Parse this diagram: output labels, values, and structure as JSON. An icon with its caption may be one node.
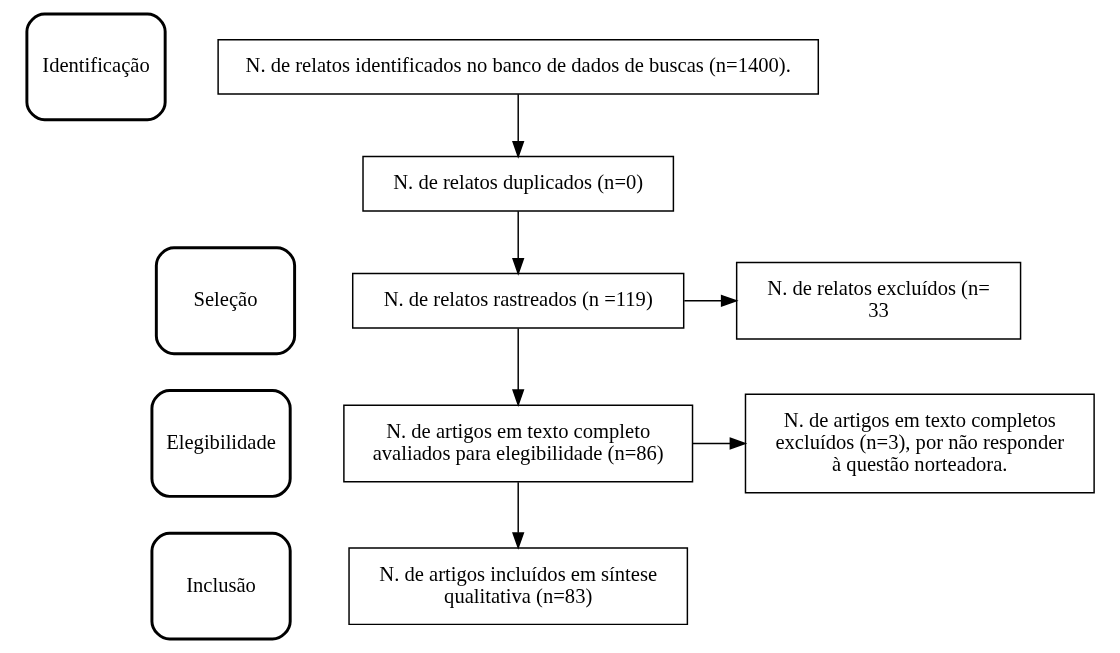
{
  "diagram": {
    "nodes": [
      {
        "text": [
          "Identificação"
        ]
      },
      {
        "text": [
          "Seleção"
        ]
      },
      {
        "text": [
          "Elegibilidade"
        ]
      },
      {
        "text": [
          "Inclusão"
        ]
      },
      {
        "text": [
          "N. de relatos identificados no banco de dados de buscas (n=1400)."
        ]
      },
      {
        "text": [
          "N. de relatos duplicados (n=0)"
        ]
      },
      {
        "text": [
          "N. de relatos rastreados (n =119)"
        ]
      },
      {
        "text": [
          "N. de relatos excluídos (n= 33"
        ]
      },
      {
        "text": [
          "N. de artigos em texto completo avaliados para elegibilidade (n=86)"
        ]
      },
      {
        "text": [
          "N. de artigos em texto completos excluídos (n=3), por não responder à questão norteadora."
        ]
      },
      {
        "text": [
          "N. de artigos incluídos em síntese qualitativa (n=83)"
        ]
      }
    ],
    "edges": [
      {
        "from": 4,
        "to": 5,
        "arrow": "to"
      },
      {
        "from": 5,
        "to": 6,
        "arrow": "to"
      },
      {
        "from": 6,
        "to": 7,
        "arrow": "to"
      },
      {
        "from": 6,
        "to": 8,
        "arrow": "to"
      },
      {
        "from": 8,
        "to": 9,
        "arrow": "to"
      },
      {
        "from": 8,
        "to": 10,
        "arrow": "to"
      }
    ]
  }
}
